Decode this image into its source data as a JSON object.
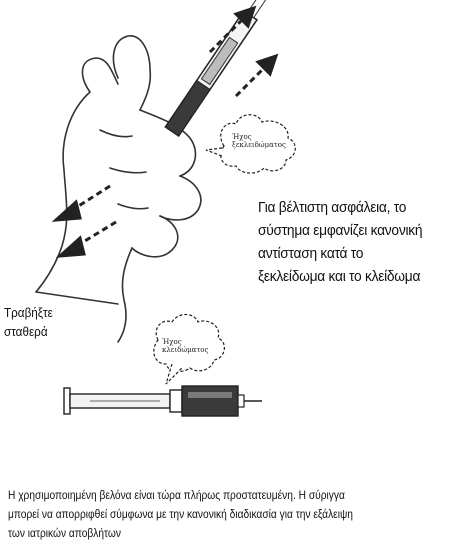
{
  "side_note": {
    "lines": [
      "Για βέλτιστη ασφάλεια, το",
      "σύστημα εμφανίζει κανονική",
      "αντίσταση κατά το",
      "ξεκλείδωμα και το κλείδωμα"
    ]
  },
  "pull_label": {
    "lines": [
      "Τραβήξτε",
      "σταθερά"
    ]
  },
  "bubble_top": {
    "lines": [
      "Ήχος",
      "ξεκλειδώματος"
    ]
  },
  "bubble_bottom": {
    "lines": [
      "Ήχος",
      "κλειδώματος"
    ]
  },
  "footer_note": {
    "lines": [
      "Η χρησιμοποιημένη βελόνα είναι τώρα πλήρως προστατευμένη. Η σύριγγα",
      "μπορεί να απορριφθεί σύμφωνα με την κανονική διαδικασία για την εξάλειψη",
      "των ιατρικών αποβλήτων"
    ]
  }
}
